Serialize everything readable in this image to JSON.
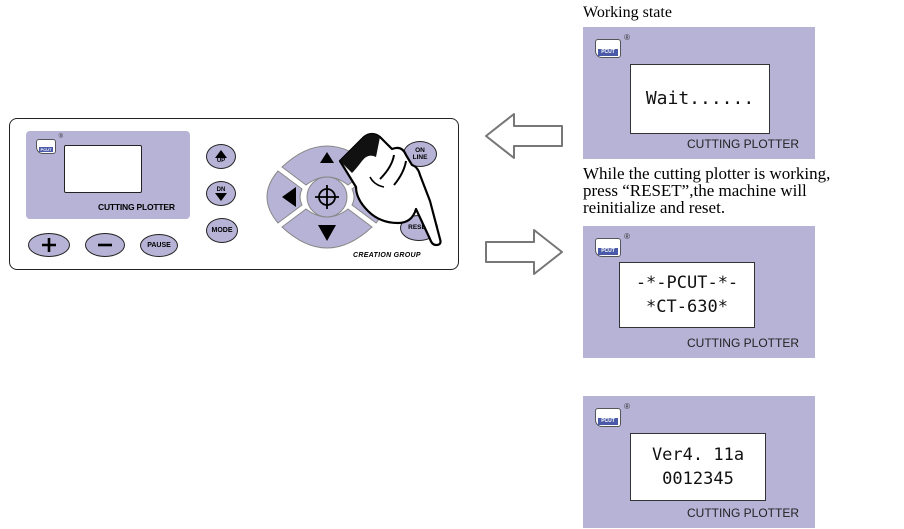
{
  "control_panel": {
    "display_caption": "CUTTING PLOTTER",
    "buttons": {
      "up": "UP",
      "down": "DN",
      "mode": "MODE",
      "online": "ON\nLINE",
      "reset": "RESET",
      "pause": "PAUSE"
    },
    "brand": "CREATION GROUP",
    "logo_text": "PCUT"
  },
  "screens": [
    {
      "heading": "Working state",
      "lines": [
        "Wait......"
      ],
      "caption": "CUTTING PLOTTER"
    },
    {
      "lines": [
        "-*-PCUT-*-",
        "*CT-630*"
      ],
      "caption": "CUTTING PLOTTER"
    },
    {
      "lines": [
        "Ver4. 11a",
        "0012345"
      ],
      "caption": "CUTTING PLOTTER"
    }
  ],
  "instruction": {
    "line1": "While the cutting plotter is working,",
    "line2": "press “RESET”,the machine will",
    "line3": "reinitialize and reset."
  },
  "colors": {
    "panel_lavender": "#b7b3d6",
    "outline": "#222222",
    "logo_blue": "#4a5aa8"
  },
  "icons": [
    "hand-pointer-icon",
    "left-arrow-icon",
    "right-arrow-icon",
    "crosshair-icon",
    "plus-icon",
    "minus-icon"
  ]
}
